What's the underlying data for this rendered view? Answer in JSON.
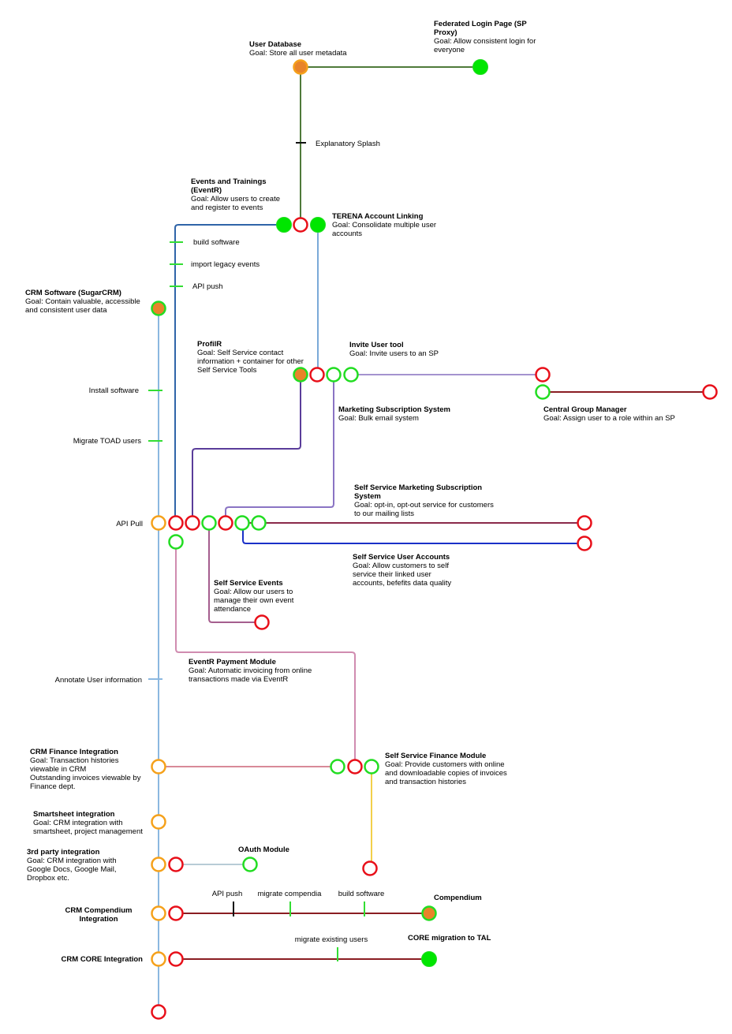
{
  "colors": {
    "white_fill": "#ffffff",
    "green_fill": "#00e600",
    "orange_fill": "#e8832a",
    "green_ring": "#22dd22",
    "red_ring": "#e8101a",
    "orange_ring": "#f5a11b"
  },
  "nodes": [
    {
      "id": "user-db",
      "title": "User Database",
      "goal": [
        "Goal: Store all user metadata"
      ]
    },
    {
      "id": "federated-login",
      "title": "Federated Login Page (SP",
      "title2": "Proxy)",
      "goal": [
        "Goal: Allow consistent login for",
        "everyone"
      ]
    },
    {
      "id": "eventr",
      "title": "Events and Trainings",
      "title2": "(EventR)",
      "goal": [
        "Goal: Allow users to create",
        "and register to events"
      ]
    },
    {
      "id": "terena",
      "title": "TERENA Account Linking",
      "goal": [
        "Goal: Consolidate multiple user",
        "accounts"
      ]
    },
    {
      "id": "crm-software",
      "title": "CRM Software (SugarCRM)",
      "goal": [
        "Goal: Contain valuable, accessible",
        "and consistent user data"
      ]
    },
    {
      "id": "profilr",
      "title": "ProfilR",
      "goal": [
        "Goal: Self Service contact",
        "information + container for other",
        "Self Service Tools"
      ]
    },
    {
      "id": "invite-user",
      "title": "Invite User tool",
      "goal": [
        "Goal: Invite users to an SP"
      ]
    },
    {
      "id": "central-group",
      "title": "Central Group Manager",
      "goal": [
        "Goal: Assign user to a role within an SP"
      ]
    },
    {
      "id": "marketing-sub",
      "title": "Marketing Subscription System",
      "goal": [
        "Goal: Bulk email system"
      ]
    },
    {
      "id": "ss-marketing",
      "title": "Self Service Marketing Subscription",
      "title2": "System",
      "goal": [
        "Goal: opt-in, opt-out service for customers",
        "to our mailing lists"
      ]
    },
    {
      "id": "ss-accounts",
      "title": "Self Service User Accounts",
      "goal": [
        "Goal: Allow customers to self",
        "service their linked user",
        "accounts, befefits data quality"
      ]
    },
    {
      "id": "ss-events",
      "title": "Self Service Events",
      "goal": [
        "Goal: Allow our users to",
        "manage their own event",
        "attendance"
      ]
    },
    {
      "id": "eventr-payment",
      "title": "EventR Payment Module",
      "goal": [
        "Goal: Automatic invoicing from online",
        "transactions made via EventR"
      ]
    },
    {
      "id": "crm-finance",
      "title": "CRM Finance Integration",
      "goal": [
        "Goal: Transaction histories",
        "viewable in CRM",
        "Outstanding invoices viewable by",
        "Finance dept."
      ]
    },
    {
      "id": "ss-finance",
      "title": "Self Service Finance Module",
      "goal": [
        "Goal: Provide customers with online",
        "and downloadable copies of invoices",
        "and transaction histories"
      ]
    },
    {
      "id": "smartsheet",
      "title": "Smartsheet integration",
      "goal": [
        "Goal: CRM integration with",
        "smartsheet, project management"
      ]
    },
    {
      "id": "third-party",
      "title": "3rd party integration",
      "goal": [
        "Goal: CRM integration with",
        "Google Docs, Google Mail,",
        "Dropbox etc."
      ]
    },
    {
      "id": "oauth",
      "title": "OAuth Module",
      "goal": []
    },
    {
      "id": "crm-compendium",
      "title": "CRM Compendium",
      "title2": "Integration",
      "goal": []
    },
    {
      "id": "compendium",
      "title": "Compendium",
      "goal": []
    },
    {
      "id": "crm-core",
      "title": "CRM CORE Integration",
      "goal": []
    },
    {
      "id": "core-migration",
      "title": "CORE migration to TAL",
      "goal": []
    }
  ],
  "milestones": [
    {
      "id": "explanatory-splash",
      "label": "Explanatory Splash"
    },
    {
      "id": "build-software-1",
      "label": "build software"
    },
    {
      "id": "import-legacy",
      "label": "import legacy events"
    },
    {
      "id": "api-push-1",
      "label": "API push"
    },
    {
      "id": "install-software",
      "label": "Install software"
    },
    {
      "id": "migrate-toad",
      "label": "Migrate TOAD users"
    },
    {
      "id": "api-pull",
      "label": "API Pull"
    },
    {
      "id": "annotate-user",
      "label": "Annotate User information"
    },
    {
      "id": "api-push-2",
      "label": "API push"
    },
    {
      "id": "migrate-compendia",
      "label": "migrate compendia"
    },
    {
      "id": "build-software-2",
      "label": "build software"
    },
    {
      "id": "migrate-existing",
      "label": "migrate existing users"
    }
  ]
}
